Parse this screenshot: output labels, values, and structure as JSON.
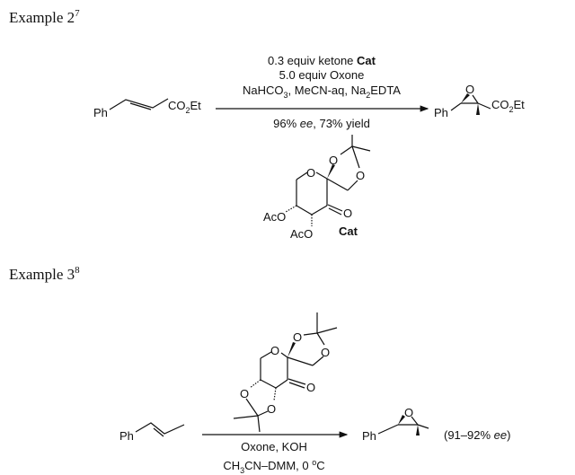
{
  "examples": [
    {
      "heading": "Example 2",
      "ref": "7",
      "substrate": {
        "ph": "Ph",
        "co": "CO",
        "co_sub": "2",
        "et": "Et"
      },
      "conditions": {
        "line1_a": "0.3 equiv ketone ",
        "line1_b": "Cat",
        "line2": "5.0 equiv Oxone",
        "line3_a": "NaHCO",
        "line3_sub1": "3",
        "line3_b": ", MeCN-aq, Na",
        "line3_sub2": "2",
        "line3_c": "EDTA",
        "below_a": "96% ",
        "below_ee": "ee",
        "below_b": ", 73% yield"
      },
      "product": {
        "ph": "Ph",
        "o": "O",
        "co": "CO",
        "co_sub": "2",
        "et": "Et"
      },
      "catalyst": {
        "o1": "O",
        "o2": "O",
        "o3": "O",
        "o4": "O",
        "aco1": "AcO",
        "aco2": "AcO",
        "label": "Cat"
      }
    },
    {
      "heading": "Example 3",
      "ref": "8",
      "substrate": {
        "ph": "Ph"
      },
      "conditions": {
        "line1": "Oxone, KOH",
        "line2_a": "CH",
        "line2_sub": "3",
        "line2_b": "CN–DMM, 0 ",
        "line2_sup": "o",
        "line2_c": "C"
      },
      "product": {
        "ph": "Ph",
        "o": "O",
        "result_a": "(91–92% ",
        "result_ee": "ee",
        "result_b": ")"
      },
      "catalyst": {
        "o1": "O",
        "o2": "O",
        "o3": "O",
        "o4": "O",
        "o5": "O",
        "o6": "O"
      }
    }
  ]
}
